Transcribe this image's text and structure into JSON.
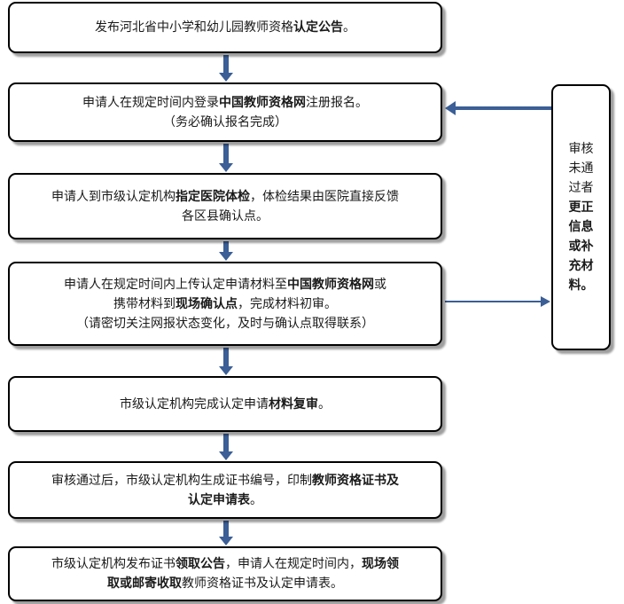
{
  "steps": [
    {
      "lines": [
        [
          {
            "t": "发布河北省中小学和幼儿园教师资格"
          },
          {
            "t": "认定公告",
            "b": true
          },
          {
            "t": "。"
          }
        ]
      ]
    },
    {
      "lines": [
        [
          {
            "t": "申请人在规定时间内登录"
          },
          {
            "t": "中国教师资格网",
            "b": true
          },
          {
            "t": "注册报名。"
          }
        ],
        [
          {
            "t": "（务必确认报名完成）"
          }
        ]
      ]
    },
    {
      "lines": [
        [
          {
            "t": "申请人到市级认定机构"
          },
          {
            "t": "指定医院体检",
            "b": true
          },
          {
            "t": "，体检结果由医院直接反馈"
          }
        ],
        [
          {
            "t": "各区县确认点。"
          }
        ]
      ]
    },
    {
      "lines": [
        [
          {
            "t": "申请人在规定时间内上传认定申请材料至"
          },
          {
            "t": "中国教师资格网",
            "b": true
          },
          {
            "t": "或"
          }
        ],
        [
          {
            "t": "携带材料到"
          },
          {
            "t": "现场确认点",
            "b": true
          },
          {
            "t": "，完成材料初审。"
          }
        ],
        [
          {
            "t": "（请密切关注网报状态变化，及时与确认点取得联系）"
          }
        ]
      ]
    },
    {
      "lines": [
        [
          {
            "t": "市级认定机构完成认定申请"
          },
          {
            "t": "材料复审",
            "b": true
          },
          {
            "t": "。"
          }
        ]
      ]
    },
    {
      "lines": [
        [
          {
            "t": "审核通过后，市级认定机构生成证书编号，印制"
          },
          {
            "t": "教师资格证书及",
            "b": true
          }
        ],
        [
          {
            "t": "认定申请表",
            "b": true
          },
          {
            "t": "。"
          }
        ]
      ]
    },
    {
      "lines": [
        [
          {
            "t": "市级认定机构发布证书"
          },
          {
            "t": "领取公告",
            "b": true
          },
          {
            "t": "，申请人在规定时间内，"
          },
          {
            "t": "现场领",
            "b": true
          }
        ],
        [
          {
            "t": "取或邮寄收取",
            "b": true
          },
          {
            "t": "教师资格证书及认定申请表。"
          }
        ]
      ]
    }
  ],
  "side_box": {
    "lines": [
      {
        "t": "审核",
        "b": false
      },
      {
        "t": "未通",
        "b": false
      },
      {
        "t": "过者",
        "b": false
      },
      {
        "t": "更正",
        "b": true
      },
      {
        "t": "信息",
        "b": true
      },
      {
        "t": "或补",
        "b": true
      },
      {
        "t": "充材",
        "b": true
      },
      {
        "t": "料。",
        "b": true
      }
    ]
  },
  "colors": {
    "arrow": "#3b5f96",
    "border": "#000000"
  }
}
